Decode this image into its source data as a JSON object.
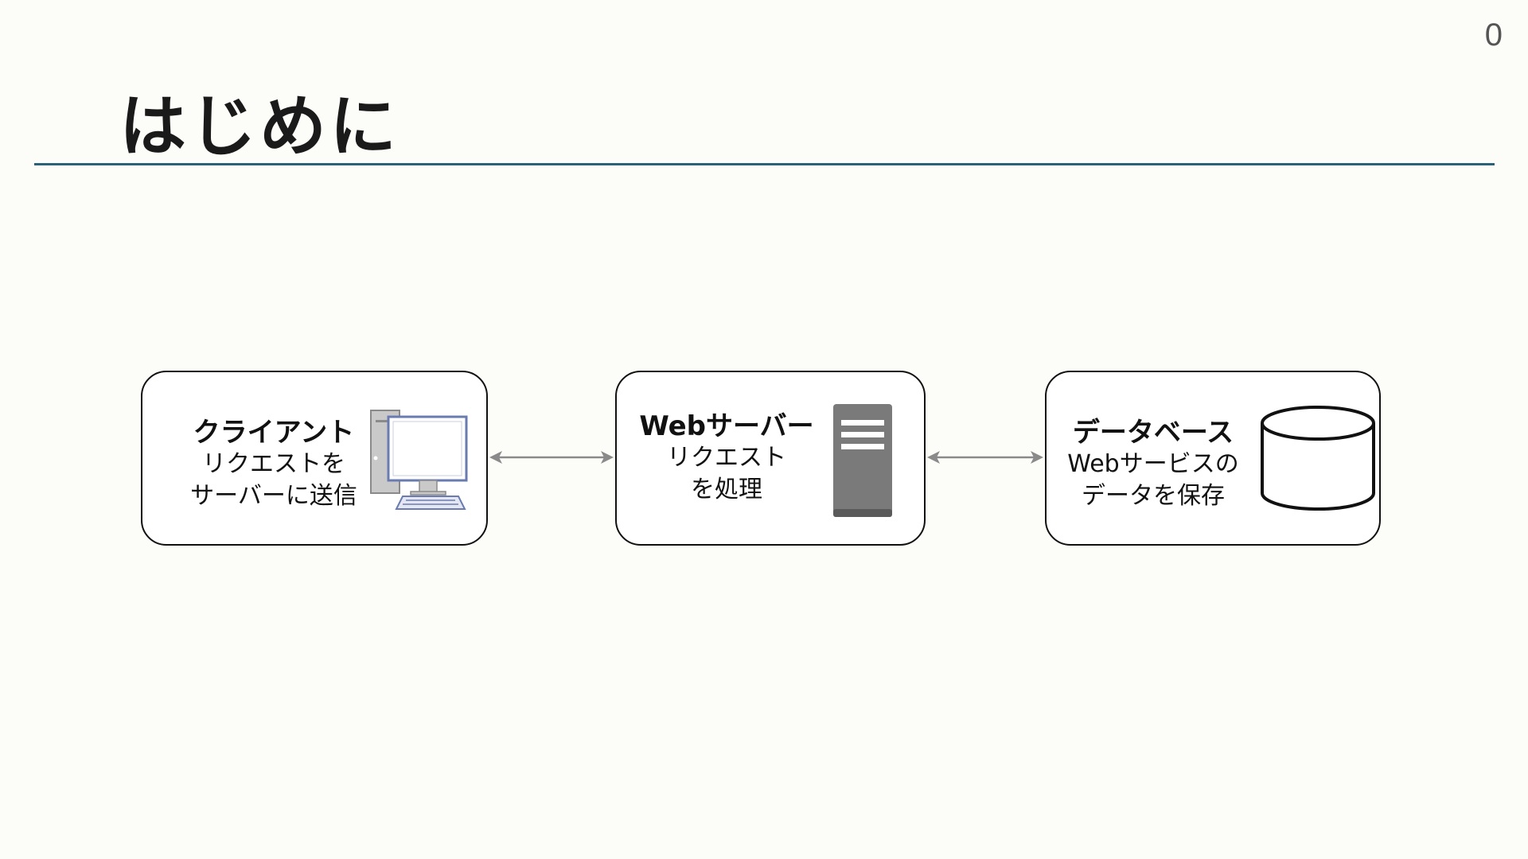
{
  "page_number": "0",
  "title": "はじめに",
  "nodes": {
    "client": {
      "title": "クライアント",
      "desc_line1": "リクエストを",
      "desc_line2": "サーバーに送信",
      "icon": "desktop-computer-icon"
    },
    "webserver": {
      "title": "Webサーバー",
      "desc_line1": "リクエスト",
      "desc_line2": "を処理",
      "icon": "server-icon"
    },
    "database": {
      "title": "データベース",
      "desc_line1": "Webサービスの",
      "desc_line2": "データを保存",
      "icon": "database-icon"
    }
  },
  "connectors": [
    "client-webserver bidirectional",
    "webserver-database bidirectional"
  ],
  "colors": {
    "background": "#fcfcf8",
    "rule": "#2a6078",
    "arrow": "#8a8a8a",
    "server": "#7a7a7a"
  }
}
